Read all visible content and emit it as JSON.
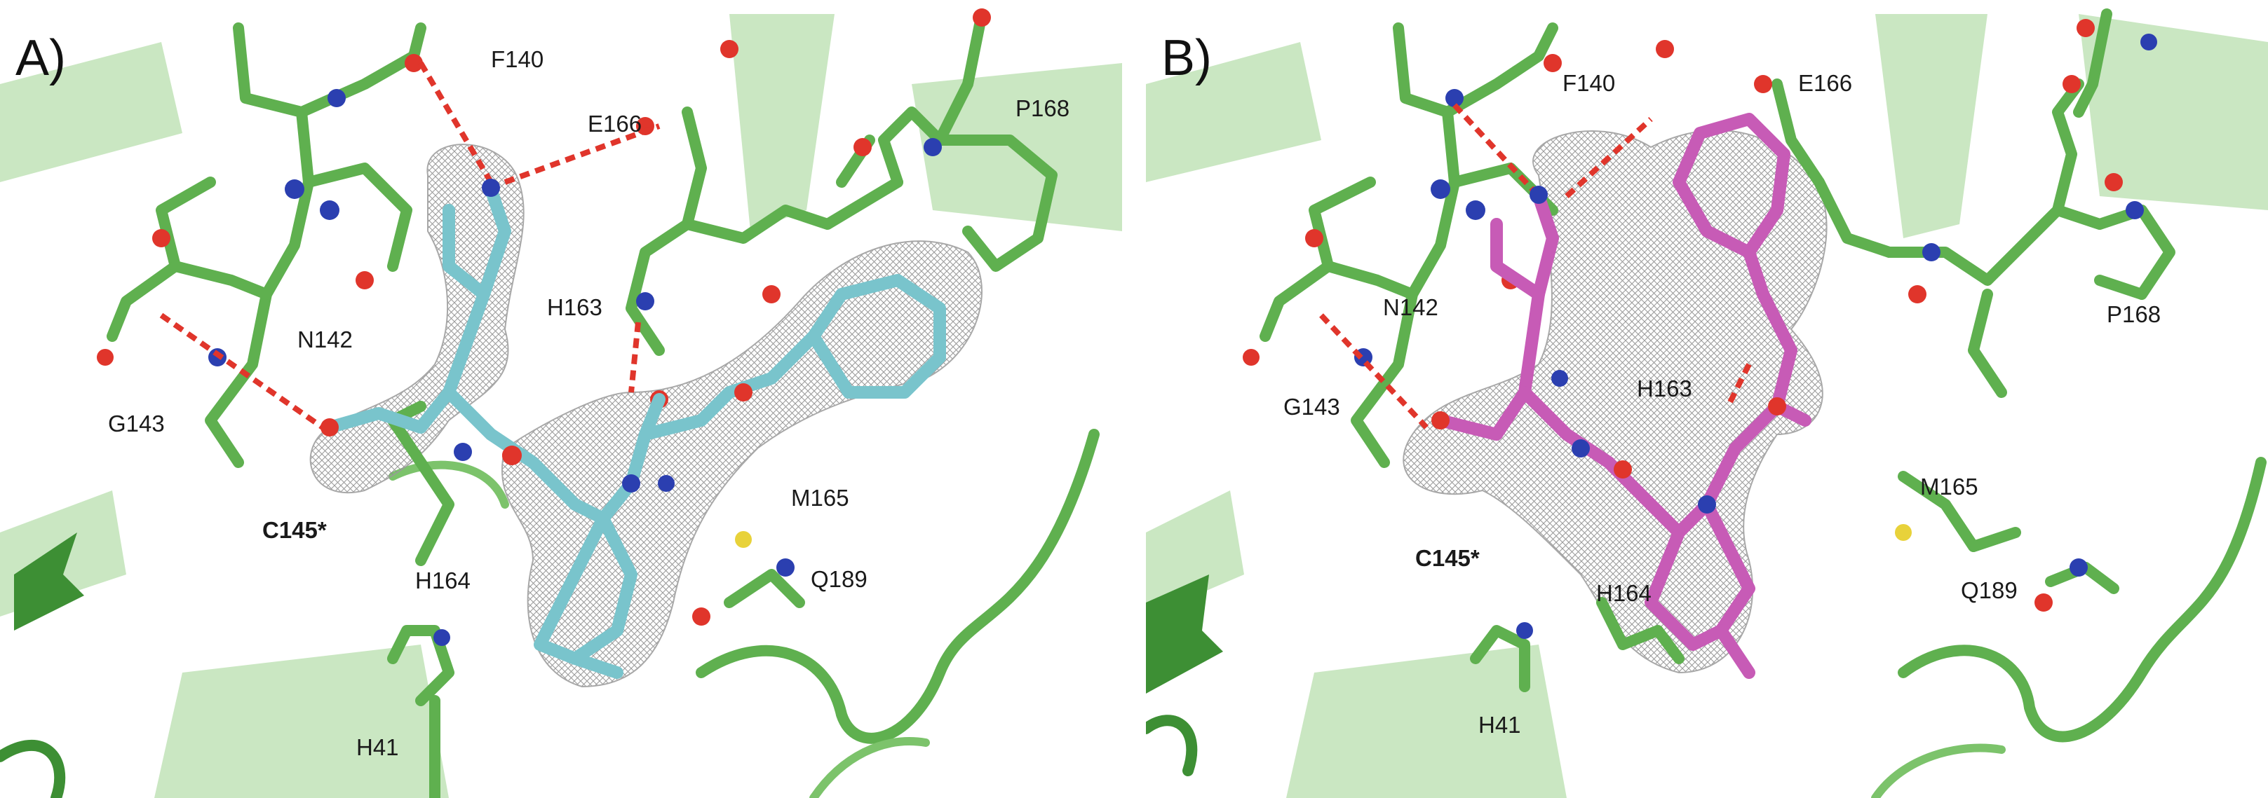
{
  "panels": [
    {
      "letter": "A)",
      "ligand_color": "#79c4cc",
      "residues": {
        "F140": "F140",
        "E166": "E166",
        "P168": "P168",
        "N142": "N142",
        "H163": "H163",
        "G143": "G143",
        "C145": "C145*",
        "M165": "M165",
        "H164": "H164",
        "Q189": "Q189",
        "H41": "H41"
      }
    },
    {
      "letter": "B)",
      "ligand_color": "#c75bb6",
      "residues": {
        "F140": "F140",
        "E166": "E166",
        "N142": "N142",
        "P168": "P168",
        "G143": "G143",
        "H163": "H163",
        "M165": "M165",
        "C145": "C145*",
        "H164": "H164",
        "Q189": "Q189",
        "H41": "H41"
      }
    }
  ],
  "colors": {
    "protein_carbon": "#5fb04f",
    "protein_dark": "#3d8f34",
    "ribbon": "#7cc36b",
    "nitrogen": "#2b3fb0",
    "oxygen": "#e0352b",
    "sulfur": "#e8d23a",
    "hbond": "#e0352b",
    "mesh": "#8a8a8a"
  }
}
